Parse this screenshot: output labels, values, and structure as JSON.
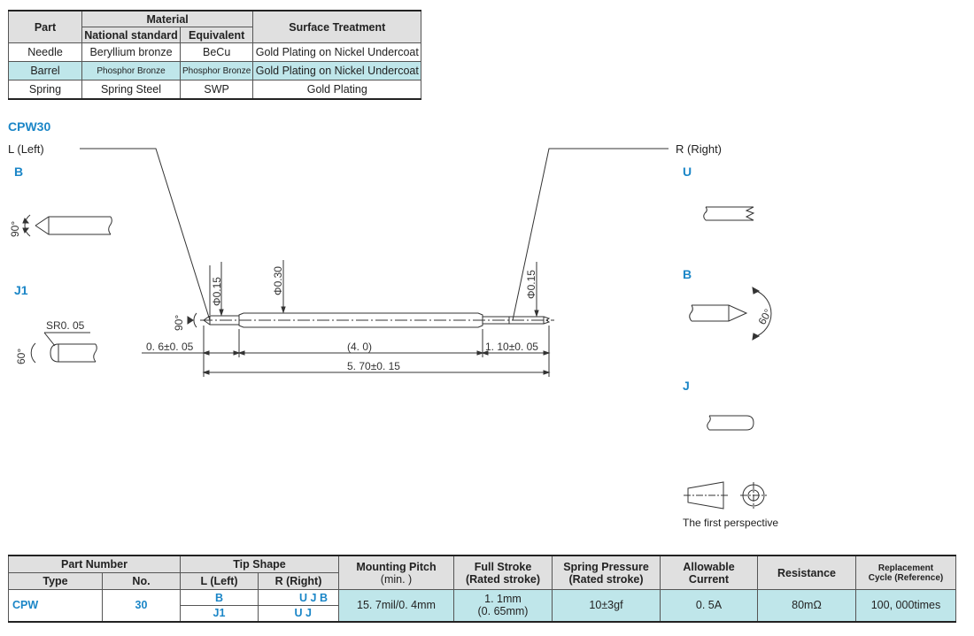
{
  "material_table": {
    "headers": {
      "part": "Part",
      "material": "Material",
      "national_standard": "National standard",
      "equivalent": "Equivalent",
      "surface_treatment": "Surface Treatment"
    },
    "rows": [
      {
        "part": "Needle",
        "national": "Beryllium bronze",
        "equivalent": "BeCu",
        "surface": "Gold Plating on Nickel Undercoat"
      },
      {
        "part": "Barrel",
        "national": "Phosphor Bronze",
        "equivalent": "Phosphor Bronze",
        "surface": "Gold Plating on Nickel Undercoat"
      },
      {
        "part": "Spring",
        "national": "Spring Steel",
        "equivalent": "SWP",
        "surface": "Gold Plating"
      }
    ]
  },
  "drawing": {
    "model": "CPW30",
    "left_label": "L (Left)",
    "right_label": "R (Right)",
    "left_tips": {
      "b": "B",
      "j1": "J1"
    },
    "right_tips": {
      "u": "U",
      "b": "B",
      "j": "J"
    },
    "angle_90": "90°",
    "angle_60": "60°",
    "sr": "SR0. 05",
    "dia_015": "Φ0.15",
    "dia_030": "Φ0.30",
    "dim_left": "0. 6±0. 05",
    "dim_mid": "(4. 0)",
    "dim_right": "1. 10±0. 05",
    "dim_total": "5. 70±0. 15",
    "perspective": "The first perspective"
  },
  "spec_table": {
    "headers": {
      "part_number": "Part Number",
      "type": "Type",
      "no": "No.",
      "tip_shape": "Tip Shape",
      "left": "L (Left)",
      "right": "R (Right)",
      "mounting_pitch": "Mounting Pitch",
      "mounting_pitch_sub": "(min. )",
      "full_stroke": "Full Stroke",
      "full_stroke_sub": "(Rated stroke)",
      "spring_pressure": "Spring Pressure",
      "spring_pressure_sub": "(Rated stroke)",
      "allowable": "Allowable",
      "allowable_sub": "Current",
      "resistance": "Resistance",
      "replacement": "Replacement",
      "replacement_sub": "Cycle (Reference)"
    },
    "row": {
      "type": "CPW",
      "no": "30",
      "left_1": "B",
      "left_2": "J1",
      "right_1": "U  J  B",
      "right_2": "U  J",
      "mounting_pitch": "15. 7mil/0. 4mm",
      "full_stroke_1": "1. 1mm",
      "full_stroke_2": "(0. 65mm)",
      "spring_pressure": "10±3gf",
      "current": "0. 5A",
      "resistance": "80mΩ",
      "cycle": "100, 000times"
    }
  }
}
